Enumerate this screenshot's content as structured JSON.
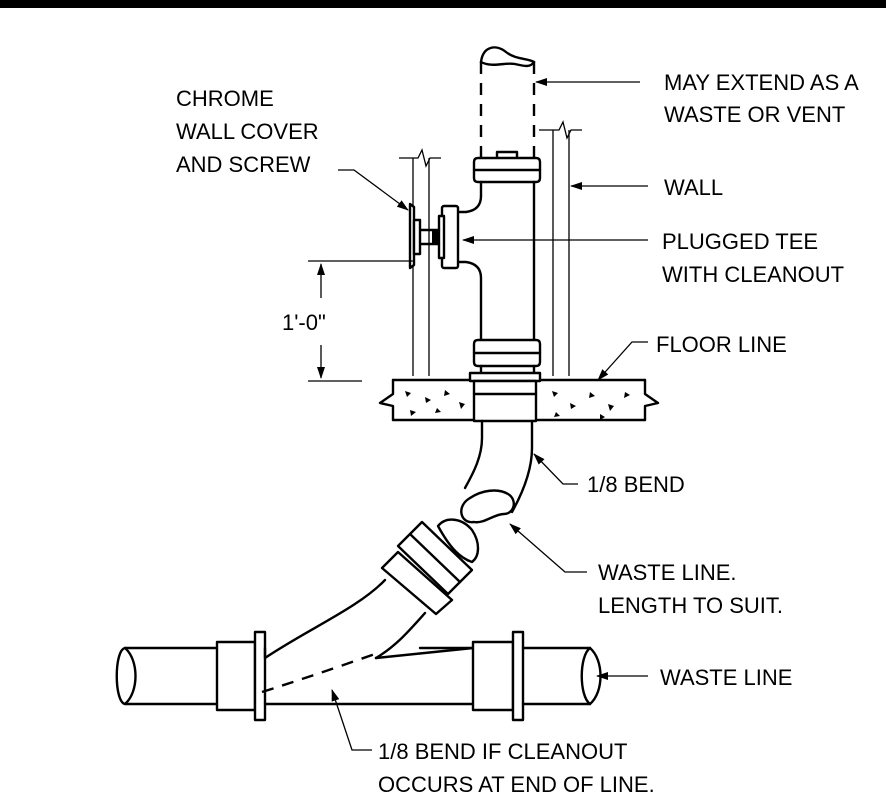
{
  "labels": {
    "extend_line1": "MAY EXTEND AS A",
    "extend_line2": "WASTE OR VENT",
    "chrome_line1": "CHROME",
    "chrome_line2": "WALL COVER",
    "chrome_line3": "AND SCREW",
    "wall": "WALL",
    "tee_line1": "PLUGGED TEE",
    "tee_line2": "WITH CLEANOUT",
    "dimension": "1'-0\"",
    "floor_line": "FLOOR LINE",
    "bend": "1/8 BEND",
    "waste_line1": "WASTE LINE.",
    "waste_line2": "LENGTH TO SUIT.",
    "waste_main": "WASTE LINE",
    "cleanout_line1": "1/8 BEND IF CLEANOUT",
    "cleanout_line2": "OCCURS AT END OF LINE."
  },
  "colors": {
    "ink": "#000000",
    "paper": "#ffffff"
  }
}
